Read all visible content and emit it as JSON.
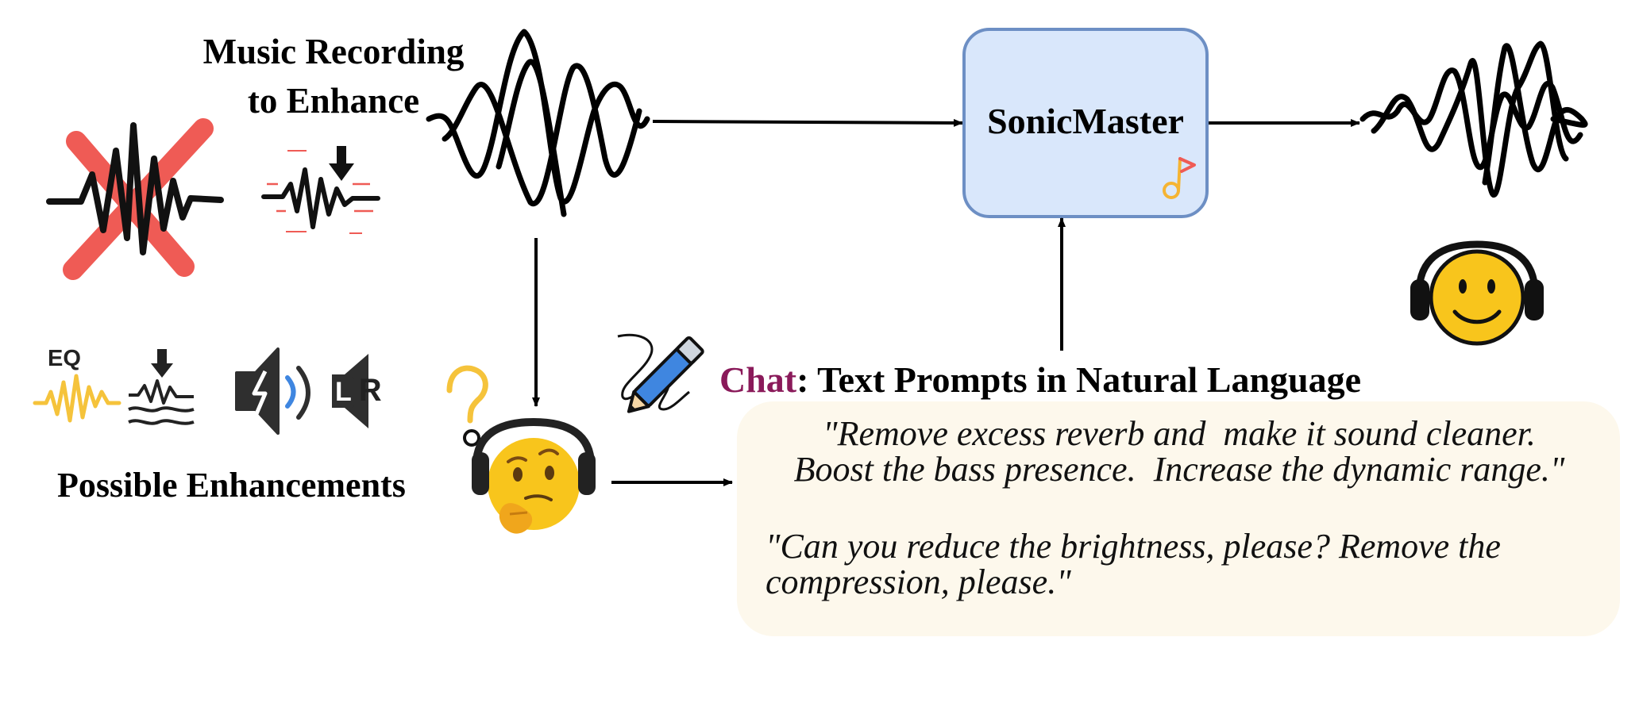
{
  "labels": {
    "music_line1": "Music Recording",
    "music_line2": "to Enhance",
    "model": "SonicMaster",
    "enhancements": "Possible Enhancements",
    "chat_word": "Chat",
    "chat_rest": ": Text Prompts in Natural Language"
  },
  "prompts": {
    "first": "\"Remove excess reverb and  make it sound cleaner.\nBoost the bass presence.  Increase the dynamic range.\"",
    "second": "\"Can you reduce the brightness, please? Remove the\ncompression, please.\""
  },
  "icon_text": {
    "eq": "EQ",
    "l": "L",
    "r": "R"
  },
  "icons": [
    "input-waveform-icon",
    "output-waveform-icon",
    "noisy-waveform-crossed-icon",
    "compress-waveform-icon",
    "eq-icon",
    "denoise-icon",
    "speaker-icon",
    "stereo-lr-icon",
    "question-mark-icon",
    "thinking-face-headphones-icon",
    "pencil-icon",
    "smiley-headphones-icon",
    "music-note-icon"
  ],
  "colors": {
    "model_box_fill": "#d9e7fb",
    "model_box_stroke": "#6d8fc4",
    "chat_word": "#8a1a5a",
    "prompt_box": "#fdf8ec",
    "cross_red": "#ef5b55",
    "eq_yellow": "#f5c33b",
    "emoji_yellow": "#f8c51c",
    "pencil_blue": "#3f86e0"
  }
}
